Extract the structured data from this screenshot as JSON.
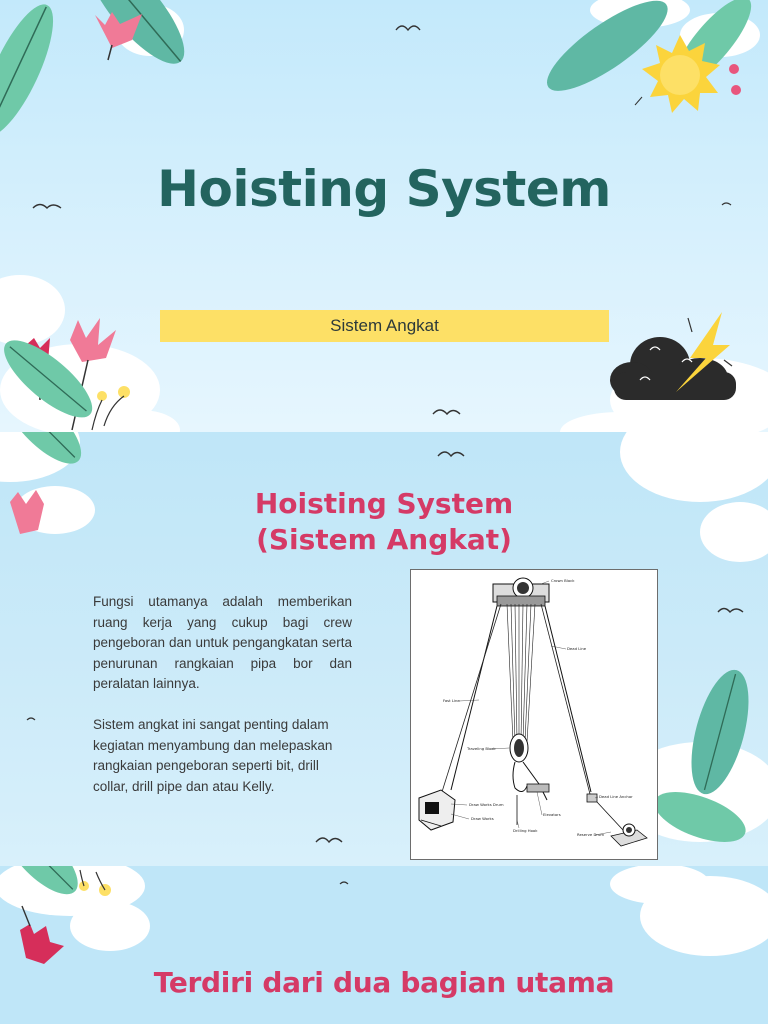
{
  "slide1": {
    "title": "Hoisting System",
    "banner": "Sistem Angkat"
  },
  "slide2": {
    "title_line1": "Hoisting System",
    "title_line2": "(Sistem Angkat)",
    "paragraph1": "Fungsi utamanya adalah memberikan ruang kerja yang cukup bagi crew pengeboran dan untuk pengangkatan serta penurunan rangkaian pipa bor dan peralatan lainnya.",
    "paragraph2": "Sistem angkat ini sangat penting dalam kegiatan menyambung dan melepaskan rangkaian pengeboran seperti bit, drill collar, drill pipe dan atau Kelly.",
    "diagram_labels": {
      "crown_block": "Crown Block",
      "dead_line": "Dead Line",
      "fast_line": "Fast Line",
      "traveling_block": "Traveling Block",
      "draw_works_drum": "Draw Works Drum",
      "draw_works": "Draw Works",
      "elevators": "Elevators",
      "drilling_hook": "Drilling Hook",
      "dead_line_anchor": "Dead Line Anchor",
      "reserve_drum": "Reserve Drum"
    }
  },
  "slide3": {
    "title": "Terdiri dari dua bagian utama"
  },
  "colors": {
    "title_teal": "#23645f",
    "title_pink": "#d53a66",
    "banner_yellow": "#fde066",
    "sky_blue": "#c3e9fb"
  }
}
